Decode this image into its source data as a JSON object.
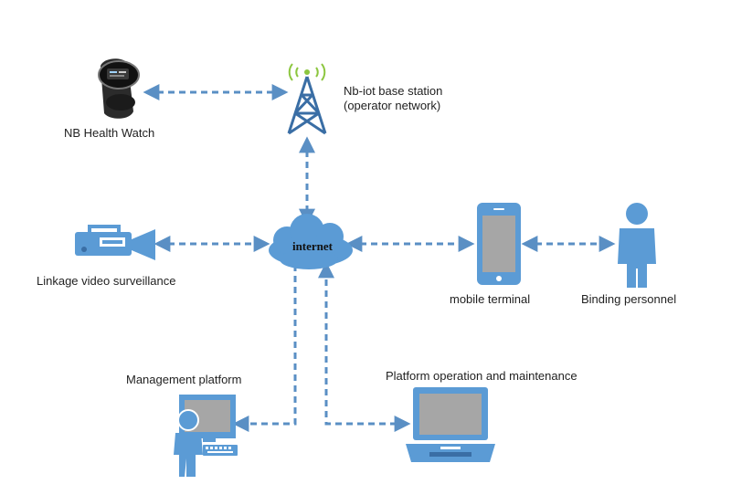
{
  "colors": {
    "icon_blue": "#5b9bd5",
    "dark_blue": "#3a6ea5",
    "arrow": "#5a8fc4",
    "screen_gray": "#a6a6a6",
    "watch_dark": "#2b2b2b",
    "signal_green": "#8cc63f"
  },
  "nodes": {
    "watch": {
      "label": "NB Health Watch",
      "icon": "smartwatch-icon"
    },
    "base_station": {
      "label_line1": "Nb-iot base station",
      "label_line2": "(operator network)",
      "icon": "cell-tower-icon"
    },
    "internet": {
      "label": "internet",
      "icon": "cloud-icon"
    },
    "video": {
      "label": "Linkage video surveillance",
      "icon": "video-camera-icon"
    },
    "mobile": {
      "label": "mobile terminal",
      "icon": "mobile-phone-icon"
    },
    "person": {
      "label": "Binding personnel",
      "icon": "person-icon"
    },
    "management": {
      "label": "Management platform",
      "icon": "computer-user-icon"
    },
    "ops": {
      "label": "Platform operation and maintenance",
      "icon": "laptop-icon"
    }
  },
  "connections": [
    {
      "from": "watch",
      "to": "base_station",
      "style": "dashed",
      "arrows": "both"
    },
    {
      "from": "base_station",
      "to": "internet",
      "style": "dashed",
      "arrows": "both"
    },
    {
      "from": "video",
      "to": "internet",
      "style": "dashed",
      "arrows": "both"
    },
    {
      "from": "internet",
      "to": "mobile",
      "style": "dashed",
      "arrows": "both"
    },
    {
      "from": "mobile",
      "to": "person",
      "style": "dashed",
      "arrows": "both"
    },
    {
      "from": "internet",
      "to": "management",
      "style": "dashed",
      "arrows": "to"
    },
    {
      "from": "ops",
      "to": "internet",
      "style": "dashed",
      "arrows": "both"
    }
  ]
}
